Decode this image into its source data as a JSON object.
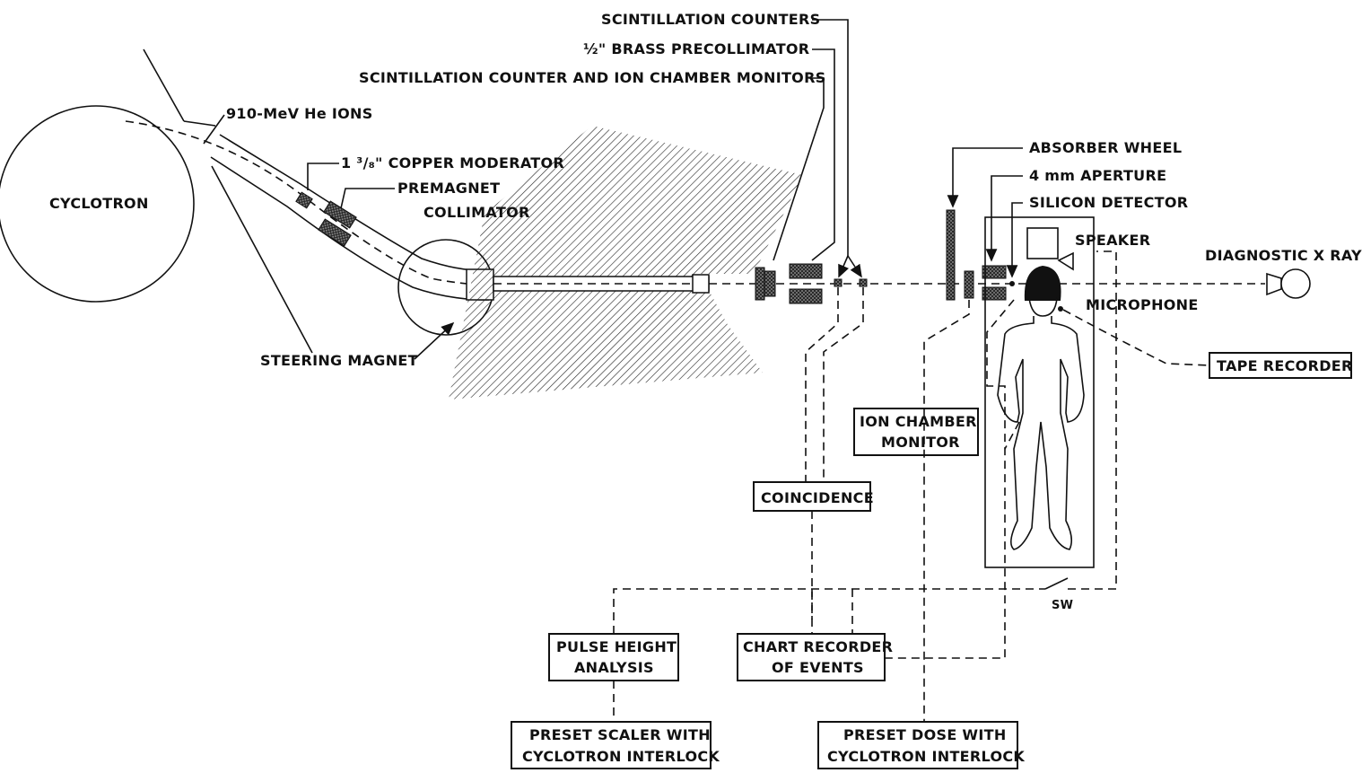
{
  "labels": {
    "scintillation_counters": "SCINTILLATION COUNTERS",
    "brass_precollimator": "½\" BRASS PRECOLLIMATOR",
    "counter_ion_monitors": "SCINTILLATION COUNTER AND ION CHAMBER MONITORS",
    "he_ions": "910-MeV He IONS",
    "cyclotron": "CYCLOTRON",
    "copper_moderator": "1 ³/₈\" COPPER MODERATOR",
    "premagnet_line1": "PREMAGNET",
    "premagnet_line2": "COLLIMATOR",
    "steering_magnet": "STEERING MAGNET",
    "absorber_wheel": "ABSORBER WHEEL",
    "aperture": "4 mm APERTURE",
    "silicon_detector": "SILICON DETECTOR",
    "speaker": "SPEAKER",
    "diagnostic_xray": "DIAGNOSTIC X RAY",
    "microphone": "MICROPHONE",
    "tape_recorder": "TAPE RECORDER",
    "ion_chamber_line1": "ION CHAMBER",
    "ion_chamber_line2": "MONITOR",
    "coincidence": "COINCIDENCE",
    "switch": "SW",
    "pulse_line1": "PULSE HEIGHT",
    "pulse_line2": "ANALYSIS",
    "chart_line1": "CHART RECORDER",
    "chart_line2": "OF EVENTS",
    "scaler_line1": "PRESET SCALER WITH",
    "scaler_line2": "CYCLOTRON INTERLOCK",
    "dose_line1": "PRESET DOSE WITH",
    "dose_line2": "CYCLOTRON INTERLOCK"
  }
}
